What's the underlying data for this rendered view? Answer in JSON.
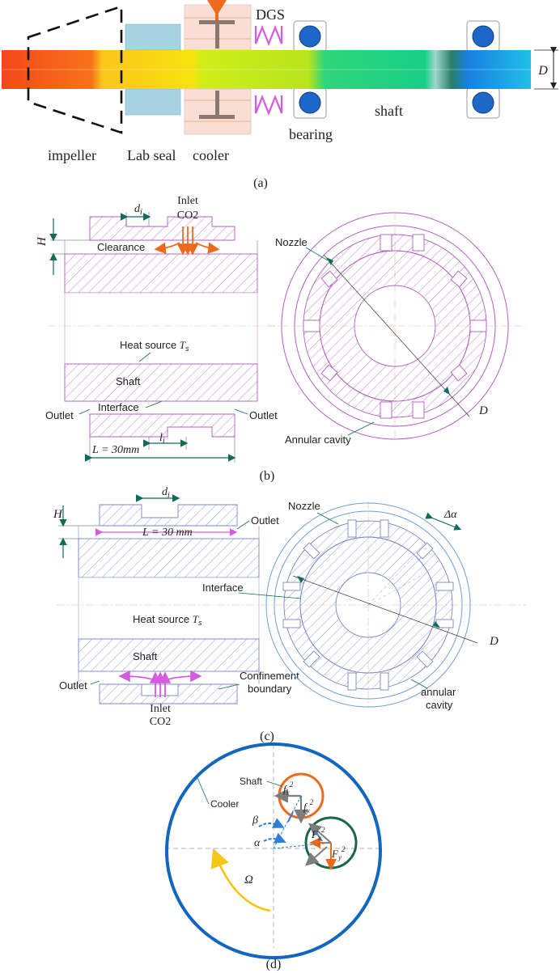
{
  "colors": {
    "hatch_blue": "#7b84c9",
    "hatch_pink": "#b35fbe",
    "arrow_orange": "#ee6a1b",
    "arrow_magenta": "#d75be0",
    "leader_green": "#0f6b5a",
    "bearing_blue": "#1c67c7",
    "cooler_ring": "#1166c0",
    "shaft_orange_ring": "#ec6a1a",
    "shaft_green_ring": "#19664a",
    "omega_yellow": "#f5c518"
  },
  "panel_a": {
    "label": "(a)",
    "dgs": "DGS",
    "shaft": "shaft",
    "bearing": "bearing",
    "impeller": "impeller",
    "lab_seal": "Lab seal",
    "cooler": "cooler",
    "dim_d": "D"
  },
  "panel_b": {
    "label": "(b)",
    "inlet": "Inlet",
    "co2": "CO2",
    "d_i": "d",
    "d_i_sub": "i",
    "h": "H",
    "clearance": "Clearance",
    "nozzle": "Nozzle",
    "heat_source": "Heat source",
    "ts": "T",
    "ts_sub": "s",
    "shaft": "Shaft",
    "interface": "Interface",
    "outlet_left": "Outlet",
    "outlet_right": "Outlet",
    "l_i": "l",
    "l_i_sub": "i",
    "length": "L = 30mm",
    "annular_cavity": "Annular cavity",
    "dim_d": "D"
  },
  "panel_c": {
    "label": "(c)",
    "d_i": "d",
    "d_i_sub": "i",
    "h": "H",
    "outlet_top": "Outlet",
    "length": "L = 30 mm",
    "nozzle": "Nozzle",
    "delta_alpha": "Δα",
    "interface": "Interface",
    "heat_source": "Heat source",
    "ts": "T",
    "ts_sub": "s",
    "shaft": "Shaft",
    "outlet_left": "Outlet",
    "confinement_line1": "Confinement",
    "confinement_line2": "boundary",
    "inlet": "Inlet",
    "co2": "CO2",
    "annular_line1": "annular",
    "annular_line2": "cavity",
    "dim_d": "D"
  },
  "panel_d": {
    "label": "(d)",
    "shaft": "Shaft",
    "cooler": "Cooler",
    "fx": "f",
    "fx_sub": "x",
    "fx_sup": "2",
    "fy": "f",
    "fy_sub": "y",
    "fy_sup": "2",
    "Fx": "F",
    "Fx_sub": "x",
    "Fx_sup": "2",
    "Fy": "F",
    "Fy_sub": "y",
    "Fy_sup": "2",
    "beta": "β",
    "alpha": "α",
    "omega": "Ω"
  }
}
